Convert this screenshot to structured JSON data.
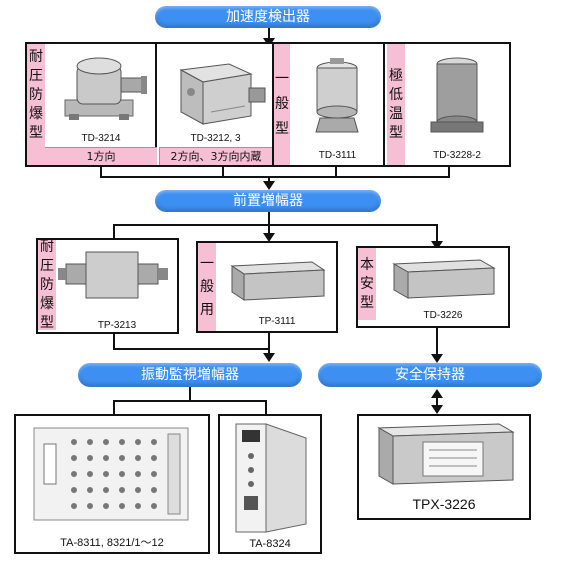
{
  "headers": {
    "accelerometer": "加速度検出器",
    "preamp": "前置増幅器",
    "vibration_amp": "振動監視増幅器",
    "safety_holder": "安全保持器"
  },
  "accelerometers": {
    "explosion_proof_label": [
      "耐",
      "圧",
      "防",
      "爆",
      "型"
    ],
    "general_label": [
      "一",
      "般",
      "型"
    ],
    "low_temp_label": [
      "極",
      "低",
      "温",
      "型"
    ],
    "models": {
      "td3214": "TD-3214",
      "td3212": "TD-3212, 3",
      "td3111": "TD-3111",
      "td3228": "TD-3228-2"
    },
    "direction_1": "1方向",
    "direction_23": "2方向、3方向内蔵"
  },
  "preamps": {
    "explosion_proof_label": [
      "耐",
      "圧",
      "防",
      "爆",
      "型"
    ],
    "general_label": [
      "一",
      "般",
      "用"
    ],
    "intrinsic_label": [
      "本",
      "安",
      "型"
    ],
    "models": {
      "tp3213": "TP-3213",
      "tp3111": "TP-3111",
      "td3226": "TD-3226"
    }
  },
  "amplifiers": {
    "ta8311": "TA-8311, 8321/1〜12",
    "ta8324": "TA-8324"
  },
  "safety": {
    "tpx3226": "TPX-3226"
  }
}
